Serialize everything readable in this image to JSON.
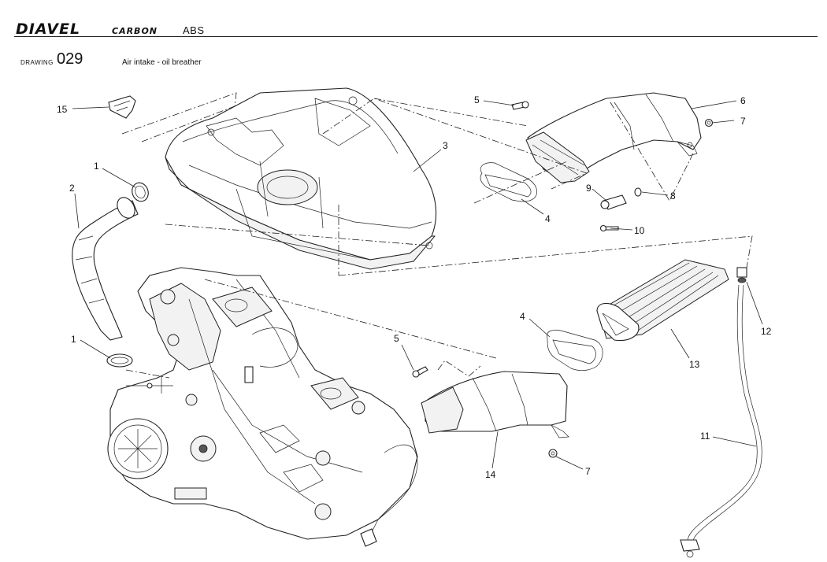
{
  "header": {
    "brand": "DIAVEL",
    "model": "CARBON",
    "variant": "ABS",
    "drawing_label": "DRAWING",
    "drawing_number": "029",
    "drawing_title": "Air intake - oil breather"
  },
  "callouts": {
    "c1a": "1",
    "c1b": "1",
    "c2": "2",
    "c3": "3",
    "c4a": "4",
    "c4b": "4",
    "c5a": "5",
    "c5b": "5",
    "c6": "6",
    "c7a": "7",
    "c7b": "7",
    "c8": "8",
    "c9": "9",
    "c10": "10",
    "c11": "11",
    "c12": "12",
    "c13": "13",
    "c14": "14",
    "c15": "15"
  }
}
